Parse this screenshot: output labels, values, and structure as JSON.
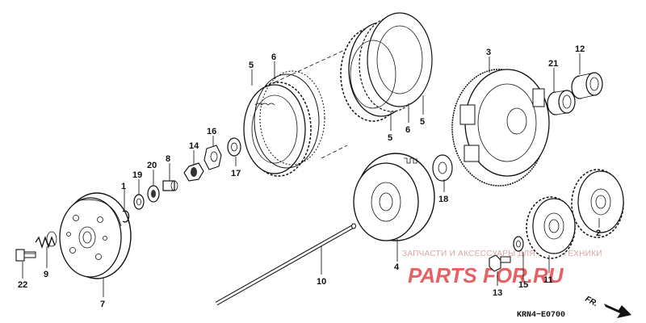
{
  "diagram_code": "KRN4−E0700",
  "direction_label": "FR.",
  "watermark": {
    "top_text": "ЗАПЧАСТИ И АКСЕССУАРЫ ДЛЯ МОТОТЕХНИКИ",
    "brand": "PARTS FOR.RU"
  },
  "callouts": [
    {
      "id": "c1",
      "text": "1"
    },
    {
      "id": "c2",
      "text": "2"
    },
    {
      "id": "c3",
      "text": "3"
    },
    {
      "id": "c4",
      "text": "4"
    },
    {
      "id": "c5a",
      "text": "5"
    },
    {
      "id": "c5b",
      "text": "5"
    },
    {
      "id": "c5c",
      "text": "5"
    },
    {
      "id": "c6a",
      "text": "6"
    },
    {
      "id": "c6b",
      "text": "6"
    },
    {
      "id": "c7",
      "text": "7"
    },
    {
      "id": "c8",
      "text": "8"
    },
    {
      "id": "c9",
      "text": "9"
    },
    {
      "id": "c10",
      "text": "10"
    },
    {
      "id": "c11",
      "text": "11"
    },
    {
      "id": "c12",
      "text": "12"
    },
    {
      "id": "c13",
      "text": "13"
    },
    {
      "id": "c14",
      "text": "14"
    },
    {
      "id": "c15",
      "text": "15"
    },
    {
      "id": "c16",
      "text": "16"
    },
    {
      "id": "c17",
      "text": "17"
    },
    {
      "id": "c18",
      "text": "18"
    },
    {
      "id": "c19",
      "text": "19"
    },
    {
      "id": "c20",
      "text": "20"
    },
    {
      "id": "c21",
      "text": "21"
    },
    {
      "id": "c22",
      "text": "22"
    }
  ]
}
